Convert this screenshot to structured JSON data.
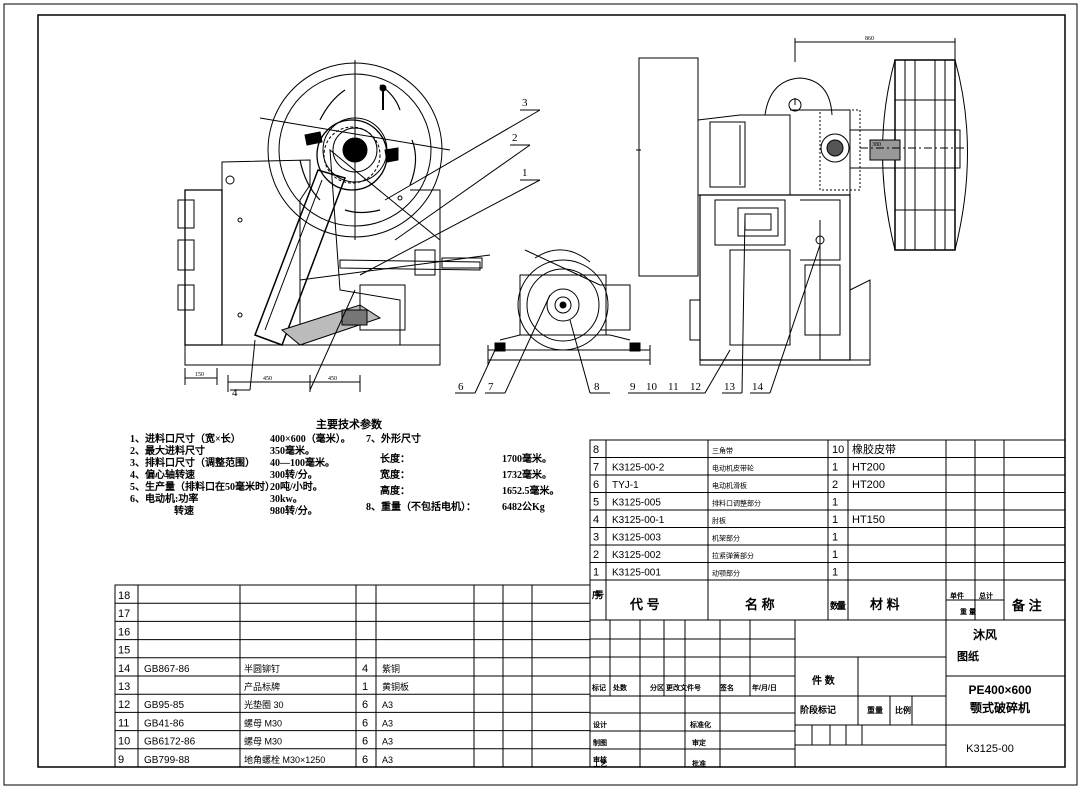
{
  "drawing": {
    "dimensions": {
      "left_small": "150",
      "left_a": "450",
      "left_b": "450",
      "top_right": "860",
      "inner_dim": "380"
    },
    "callouts": [
      "1",
      "2",
      "3",
      "4",
      "6",
      "7",
      "8",
      "9",
      "10",
      "11",
      "12",
      "13",
      "14"
    ]
  },
  "specs": {
    "title": "主要技术参数",
    "rows": [
      {
        "label": "1、进料口尺寸（宽×长）",
        "value": "400×600（毫米）。"
      },
      {
        "label": "2、最大进料尺寸",
        "value": "350毫米。"
      },
      {
        "label": "3、排料口尺寸（调整范围）",
        "value": "40—100毫米。"
      },
      {
        "label": "4、偏心轴转速",
        "value": "300转/分。"
      },
      {
        "label": "5、生产量（排料口在50毫米时）",
        "value": "20吨/小时。"
      },
      {
        "label": "6、电动机:功率",
        "value": "30kw。"
      },
      {
        "label": "转速",
        "value": "980转/分。"
      }
    ],
    "dims_title": "7、外形尺寸",
    "dims": [
      {
        "label": "长度：",
        "value": "1700毫米。"
      },
      {
        "label": "宽度：",
        "value": "1732毫米。"
      },
      {
        "label": "高度：",
        "value": "1652.5毫米。"
      }
    ],
    "weight_label": "8、重量（不包括电机）：",
    "weight_value": "6482公Kg"
  },
  "bom": [
    {
      "no": "8",
      "code": "",
      "name": "三角带",
      "qty": "10",
      "material": "橡胶皮带",
      "mass": ""
    },
    {
      "no": "7",
      "code": "K3125-00-2",
      "name": "电动机皮带轮",
      "qty": "1",
      "material": "HT200",
      "mass": ""
    },
    {
      "no": "6",
      "code": "TYJ-1",
      "name": "电动机滑板",
      "qty": "2",
      "material": "HT200",
      "mass": ""
    },
    {
      "no": "5",
      "code": "K3125-005",
      "name": "排料口调整部分",
      "qty": "1",
      "material": "",
      "mass": ""
    },
    {
      "no": "4",
      "code": "K3125-00-1",
      "name": "肘板",
      "qty": "1",
      "material": "HT150",
      "mass": ""
    },
    {
      "no": "3",
      "code": "K3125-003",
      "name": "机架部分",
      "qty": "1",
      "material": "",
      "mass": ""
    },
    {
      "no": "2",
      "code": "K3125-002",
      "name": "拉紧弹簧部分",
      "qty": "1",
      "material": "",
      "mass": ""
    },
    {
      "no": "1",
      "code": "K3125-001",
      "name": "动颚部分",
      "qty": "1",
      "material": "",
      "mass": ""
    }
  ],
  "bom_header": {
    "no": "序号",
    "code": "代 号",
    "name": "名 称",
    "qty": "数量",
    "material": "材 料",
    "unit_w": "单件",
    "total_w": "总计",
    "weight": "重 量",
    "remark": "备 注"
  },
  "std_parts": [
    {
      "no": "18",
      "code": "",
      "name": "",
      "qty": "",
      "material": ""
    },
    {
      "no": "17",
      "code": "",
      "name": "",
      "qty": "",
      "material": ""
    },
    {
      "no": "16",
      "code": "",
      "name": "",
      "qty": "",
      "material": ""
    },
    {
      "no": "15",
      "code": "",
      "name": "",
      "qty": "",
      "material": ""
    },
    {
      "no": "14",
      "code": "GB867-86",
      "name": "半圆铆钉",
      "qty": "4",
      "material": "紫铜"
    },
    {
      "no": "13",
      "code": "",
      "name": "产品标牌",
      "qty": "1",
      "material": "黄铜板"
    },
    {
      "no": "12",
      "code": "GB95-85",
      "name": "光垫圈 30",
      "qty": "6",
      "material": "A3"
    },
    {
      "no": "11",
      "code": "GB41-86",
      "name": "螺母 M30",
      "qty": "6",
      "material": "A3"
    },
    {
      "no": "10",
      "code": "GB6172-86",
      "name": "螺母 M30",
      "qty": "6",
      "material": "A3"
    },
    {
      "no": "9",
      "code": "GB799-88",
      "name": "地角螺栓 M30×1250",
      "qty": "6",
      "material": "A3"
    }
  ],
  "title_block": {
    "company": "沐风",
    "company2": "图纸",
    "product": "PE400×600",
    "product_name": "颚式破碎机",
    "drawing_no": "K3125-00",
    "count_label": "件 数",
    "stage_label": "阶段标记",
    "weight_label": "重量",
    "scale_label": "比例",
    "rev_headers": [
      "标记",
      "处数",
      "分区",
      "更改文件号",
      "签名",
      "年/月/日"
    ],
    "design": "设计",
    "standard": "标准化",
    "draw": "制图",
    "check": "审定",
    "review": "审核",
    "craft": "工艺",
    "approve": "批准"
  }
}
